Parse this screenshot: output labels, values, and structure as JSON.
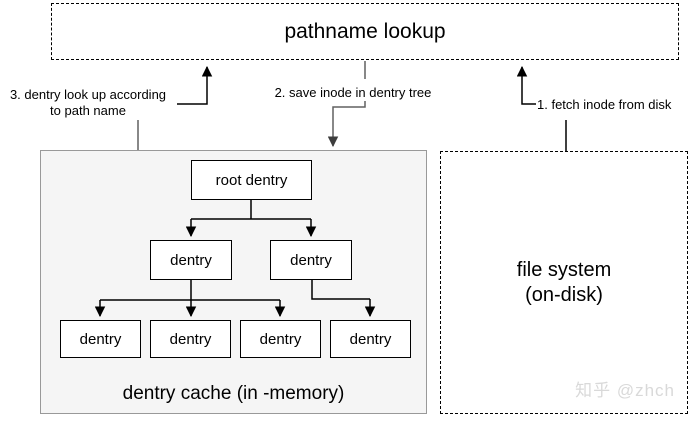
{
  "diagram": {
    "title_box": {
      "label": "pathname lookup"
    },
    "steps": {
      "step1": "1. fetch inode from disk",
      "step2": "2. save inode in dentry tree",
      "step3_line1": "3. dentry look up according",
      "step3_line2": "to path name"
    },
    "dentry_cache": {
      "caption": "dentry cache (in -memory)",
      "root_label": "root dentry",
      "level2_labels": [
        "dentry",
        "dentry"
      ],
      "level3_labels": [
        "dentry",
        "dentry",
        "dentry",
        "dentry"
      ]
    },
    "file_system": {
      "line1": "file system",
      "line2": "(on-disk)"
    },
    "watermark": "知乎 @zhch",
    "colors": {
      "cache_fill": "#f5f5f5",
      "cache_border": "#999999",
      "connector_black": "#000000",
      "connector_gray": "#616161",
      "watermark_gray": "#d9d9d9"
    }
  }
}
